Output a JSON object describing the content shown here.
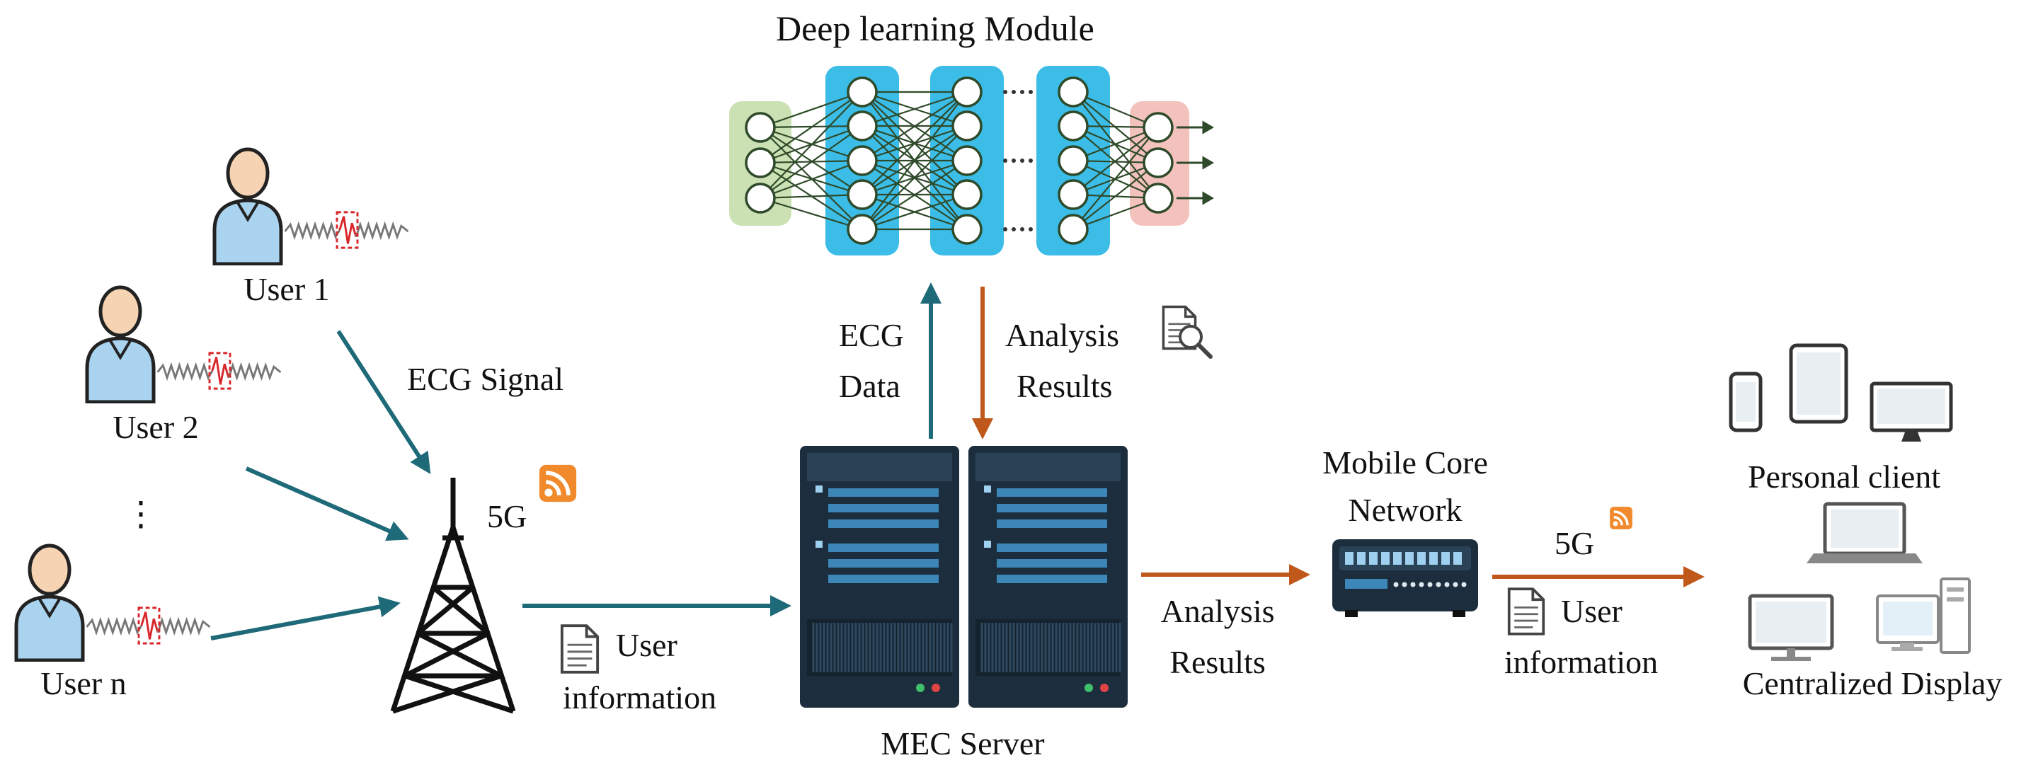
{
  "title": "Deep learning Module",
  "users": [
    "User 1",
    "User 2",
    "User n"
  ],
  "user_ellipsis": "⋮",
  "ecg_signal_label": "ECG Signal",
  "tower_label": "5G",
  "user_information": {
    "line1": "User",
    "line2": "information"
  },
  "ecg_data": {
    "line1": "ECG",
    "line2": "Data"
  },
  "analysis_results": {
    "line1": "Analysis",
    "line2": "Results"
  },
  "mec_server_label": "MEC Server",
  "core_network": {
    "line1": "Mobile Core",
    "line2": "Network"
  },
  "link_5g_label": "5G",
  "personal_client_label": "Personal client",
  "centralized_display_label": "Centralized Display",
  "colors": {
    "teal_arrow": "#1e6a78",
    "orange_arrow": "#c0581c",
    "server_dark": "#1c2e3e",
    "nn_blue": "#3bbde8",
    "nn_green": "#b9d79b",
    "nn_red": "#f1b7b0",
    "user_skin": "#f6d3b2",
    "user_shirt": "#a9d3ee",
    "rss_orange": "#f08a2c"
  },
  "icons": [
    "user-icon",
    "ecg-waveform-icon",
    "cell-tower-icon",
    "rss-icon",
    "document-icon",
    "magnify-document-icon",
    "server-icon",
    "network-switch-icon",
    "smartphone-icon",
    "tablet-icon",
    "monitor-icon",
    "laptop-icon",
    "desktop-pc-icon"
  ]
}
